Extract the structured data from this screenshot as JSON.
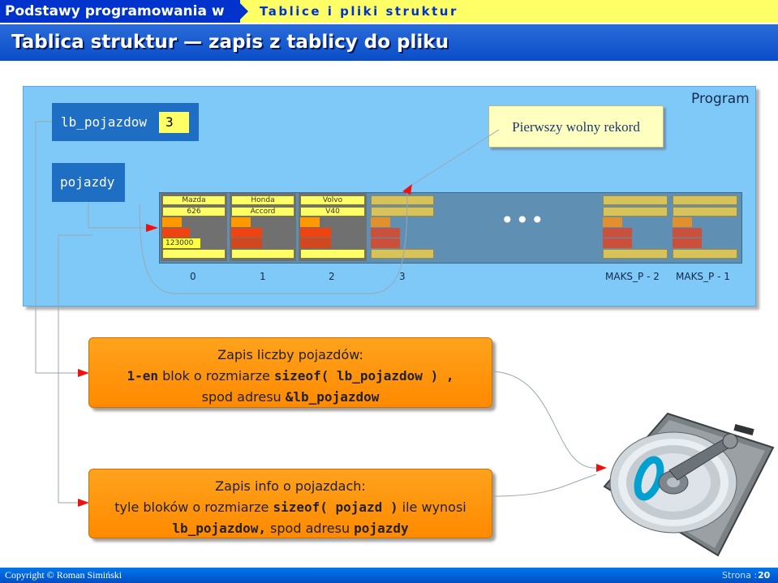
{
  "header": {
    "course": "Podstawy programowania w C++",
    "section": "Tablice i pliki struktur",
    "title": "Tablica struktur — zapis z tablicy do pliku"
  },
  "program": {
    "label": "Program",
    "lb_var": "lb_pojazdow",
    "lb_value": "3",
    "arr_var": "pojazdy",
    "free_label": "Pierwszy wolny rekord"
  },
  "records": [
    {
      "make": "Mazda",
      "model": "626",
      "number": "123000"
    },
    {
      "make": "Honda",
      "model": "Accord"
    },
    {
      "make": "Volvo",
      "model": "V40"
    }
  ],
  "indices": [
    "0",
    "1",
    "2",
    "3",
    "MAKS_P - 2",
    "MAKS_P - 1"
  ],
  "ellipsis": "•••",
  "box1": {
    "line1": "Zapis liczby pojazdów:",
    "line2a": "1-en",
    "line2b": " blok o rozmiarze ",
    "line2c": "sizeof( lb_pojazdow ) ,",
    "line3a": "spod adresu ",
    "line3b": "&lb_pojazdow"
  },
  "box2": {
    "line1": "Zapis info o pojazdach:",
    "line2a": "tyle bloków o rozmiarze ",
    "line2b": "sizeof( pojazd )",
    "line2c": " ile wynosi",
    "line3a": "lb_pojazdow,",
    "line3b": " spod adresu ",
    "line3c": "pojazdy"
  },
  "footer": {
    "copyright": "Copyright © Roman Simiński",
    "page_label": "Strona :",
    "page_number": "20"
  },
  "colors": {
    "header_blue": "#0033cc",
    "title_blue": "#1a5fd0",
    "panel_blue": "#7fc9f8",
    "orange": "#ff9900",
    "yellow": "#ffff66"
  }
}
